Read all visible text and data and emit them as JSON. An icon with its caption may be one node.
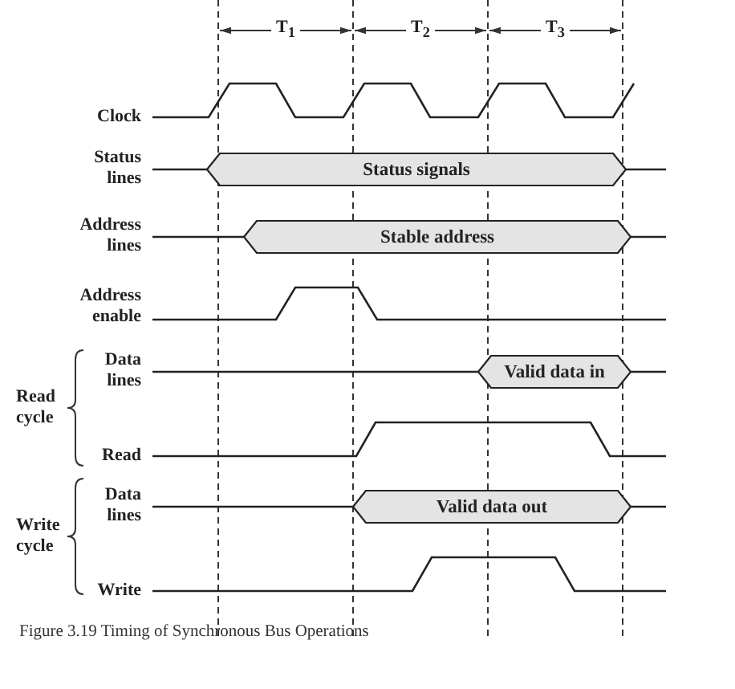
{
  "diagram": {
    "caption": "Figure 3.19 Timing of Synchronous Bus Operations",
    "nodes": [
      {
        "text": [
          "Status signals"
        ]
      },
      {
        "text": [
          "Stable address"
        ]
      },
      {
        "text": [
          "Valid data in"
        ]
      },
      {
        "text": [
          "Valid data out"
        ]
      }
    ],
    "labels": [
      "T$_{1}$",
      "T$_{2}$",
      "T$_{3}$",
      "Clock",
      "Status lines",
      "Address lines",
      "Address enable",
      "Data lines",
      "Read cycle",
      "Read",
      "Data lines",
      "Write cycle",
      "Write"
    ]
  }
}
